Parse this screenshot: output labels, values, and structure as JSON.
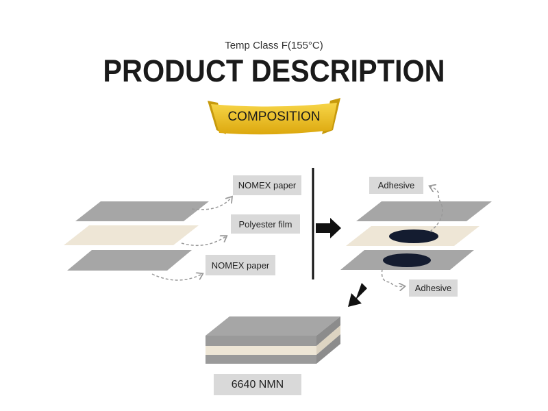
{
  "header": {
    "subtitle": "Temp   Class F(155°C)",
    "title": "PRODUCT DESCRIPTION",
    "ribbon": "COMPOSITION"
  },
  "left_labels": [
    "NOMEX paper",
    "Polyester film",
    "NOMEX paper"
  ],
  "right_labels": [
    "Adhesive",
    "Adhesive"
  ],
  "product_label": "6640 NMN",
  "colors": {
    "nomex": "#a6a6a6",
    "polyester": "#eee6d6",
    "adhesive": "#141c30",
    "ribbon": "#f0c419"
  }
}
